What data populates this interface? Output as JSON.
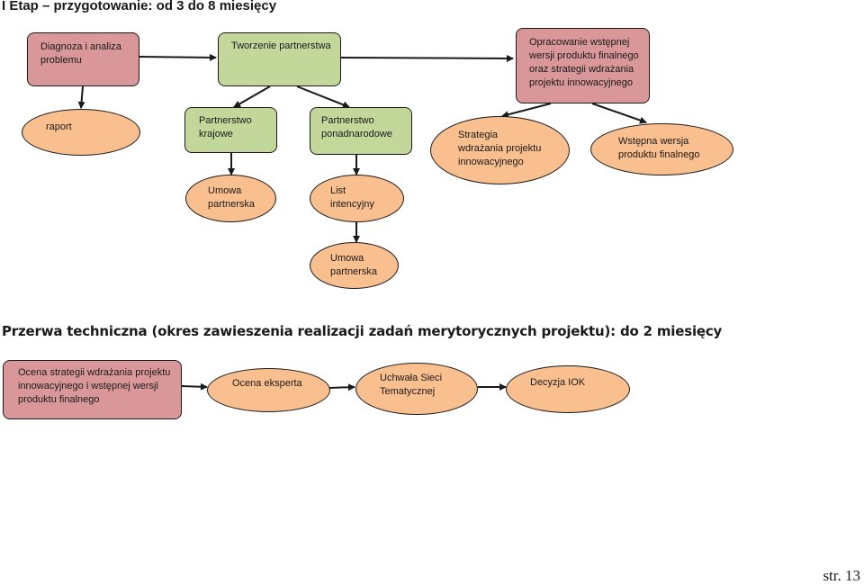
{
  "header": {
    "stage1_title": "I Etap – przygotowanie: od 3 do 8 miesięcy",
    "stage2_title": "Przerwa techniczna (okres zawieszenia realizacji zadań merytorycznych projektu): do 2 miesięcy"
  },
  "stage1": {
    "diagnoza": "Diagnoza i analiza problemu",
    "tworzenie": "Tworzenie partnerstwa",
    "opracowanie": "Opracowanie wstępnej wersji produktu finalnego oraz strategii wdrażania projektu innowacyjnego",
    "raport": "raport",
    "partnerstwo_krajowe": "Partnerstwo krajowe",
    "partnerstwo_ponadnarodowe": "Partnerstwo ponadnarodowe",
    "strategia": "Strategia wdrażania projektu innowacyjnego",
    "wstepna_wersja": "Wstępna wersja produktu finalnego",
    "umowa_partnerska_1": "Umowa partnerska",
    "list_intencyjny": "List intencyjny",
    "umowa_partnerska_2": "Umowa partnerska"
  },
  "stage2": {
    "ocena_strategii": "Ocena strategii wdrażania projektu innowacyjnego i wstępnej wersji produktu finalnego",
    "ocena_eksperta": "Ocena eksperta",
    "uchwala": "Uchwała Sieci Tematycznej",
    "decyzja": "Decyzja IOK"
  },
  "footer": {
    "page": "str. 13"
  },
  "colors": {
    "pink": "#d9979a",
    "green": "#c4d79b",
    "peach": "#f9bf8f"
  }
}
